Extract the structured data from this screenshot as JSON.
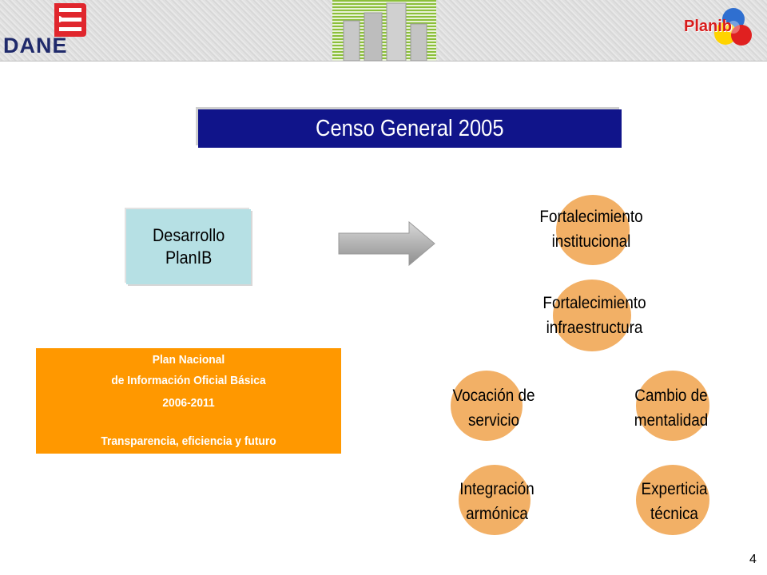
{
  "header": {
    "logo_text": "DANE",
    "brand_text": "Planib",
    "colors": {
      "dane_blue": "#1f2a6b",
      "dane_red": "#e0262d",
      "planib_red": "#d81b1b"
    }
  },
  "title": "Censo General 2005",
  "left_box": {
    "line1": "Desarrollo",
    "line2": "PlanIB"
  },
  "plan_box": {
    "line1": "Plan Nacional",
    "line2": "de Información Oficial Básica",
    "line3": "2006-2011",
    "line4": "Transparencia, eficiencia y futuro"
  },
  "circles": [
    {
      "line1": "Fortalecimiento",
      "line2": "institucional"
    },
    {
      "line1": "Fortalecimiento",
      "line2": "infraestructura"
    },
    {
      "line1": "Vocación de",
      "line2": "servicio"
    },
    {
      "line1": "Cambio de",
      "line2": "mentalidad"
    },
    {
      "line1": "Integración",
      "line2": "armónica"
    },
    {
      "line1": "Experticia",
      "line2": "técnica"
    }
  ],
  "colors": {
    "title_bg": "#10148a",
    "left_box_bg": "#b6e0e4",
    "plan_box_bg": "#ff9800",
    "circle_bg": "#f2b066",
    "arrow": "#b8b8b8"
  },
  "page_number": "4"
}
